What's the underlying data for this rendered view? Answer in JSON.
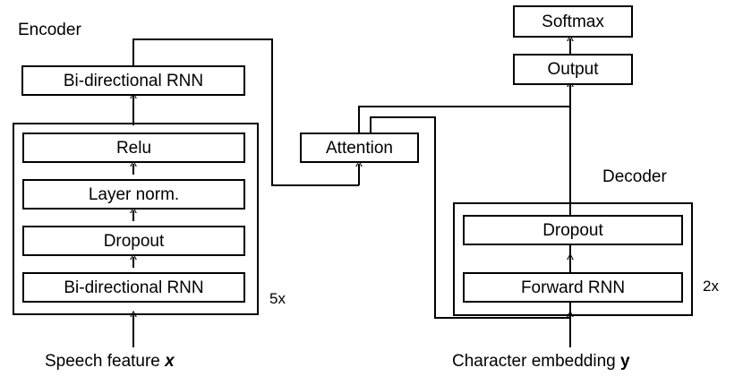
{
  "diagram": {
    "title_encoder": "Encoder",
    "title_decoder": "Decoder",
    "encoder": {
      "top_block": "Bi-directional RNN",
      "repeat_label": "5x",
      "stack": [
        "Relu",
        "Layer norm.",
        "Dropout",
        "Bi-directional RNN"
      ],
      "input_label_text": "Speech feature ",
      "input_label_symbol": "x"
    },
    "attention": {
      "label": "Attention"
    },
    "output_path": {
      "softmax": "Softmax",
      "output": "Output"
    },
    "decoder": {
      "repeat_label": "2x",
      "stack": [
        "Dropout",
        "Forward RNN"
      ],
      "input_label_text": "Character embedding ",
      "input_label_symbol": "y"
    },
    "colors": {
      "stroke": "#000000",
      "background": "#ffffff"
    }
  }
}
